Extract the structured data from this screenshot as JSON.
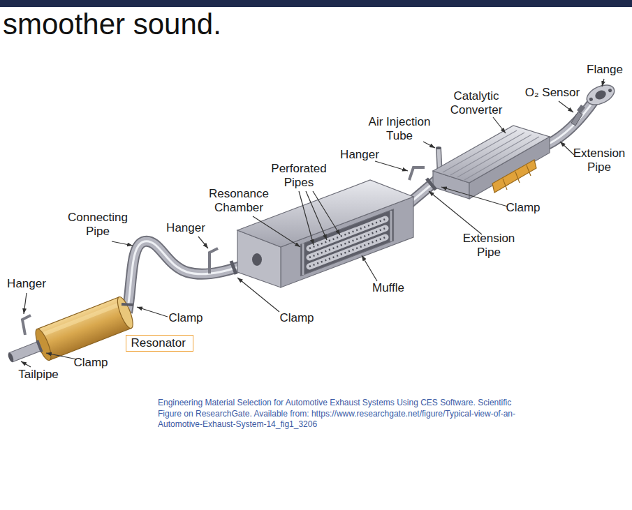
{
  "diagram": {
    "caption": "Engineering Material Selection for Automotive Exhaust Systems Using CES Software. Scientific Figure on ResearchGate. Available from: https://www.researchgate.net/figure/Typical-view-of-an-Automotive-Exhaust-System-14_fig1_3206",
    "nodes": [
      {
        "text": [
          "Resonator"
        ]
      }
    ],
    "labels": [
      "smoother sound.",
      "Flange",
      "Catalytic Converter",
      "O₂ Sensor",
      "Air Injection Tube",
      "Extension Pipe",
      "Hanger",
      "Perforated Pipes",
      "Clamp",
      "Resonance Chamber",
      "Extension Pipe",
      "Hanger",
      "Connecting Pipe",
      "Muffle",
      "Hanger",
      "Clamp",
      "Clamp",
      "Clamp",
      "Tailpipe"
    ]
  }
}
